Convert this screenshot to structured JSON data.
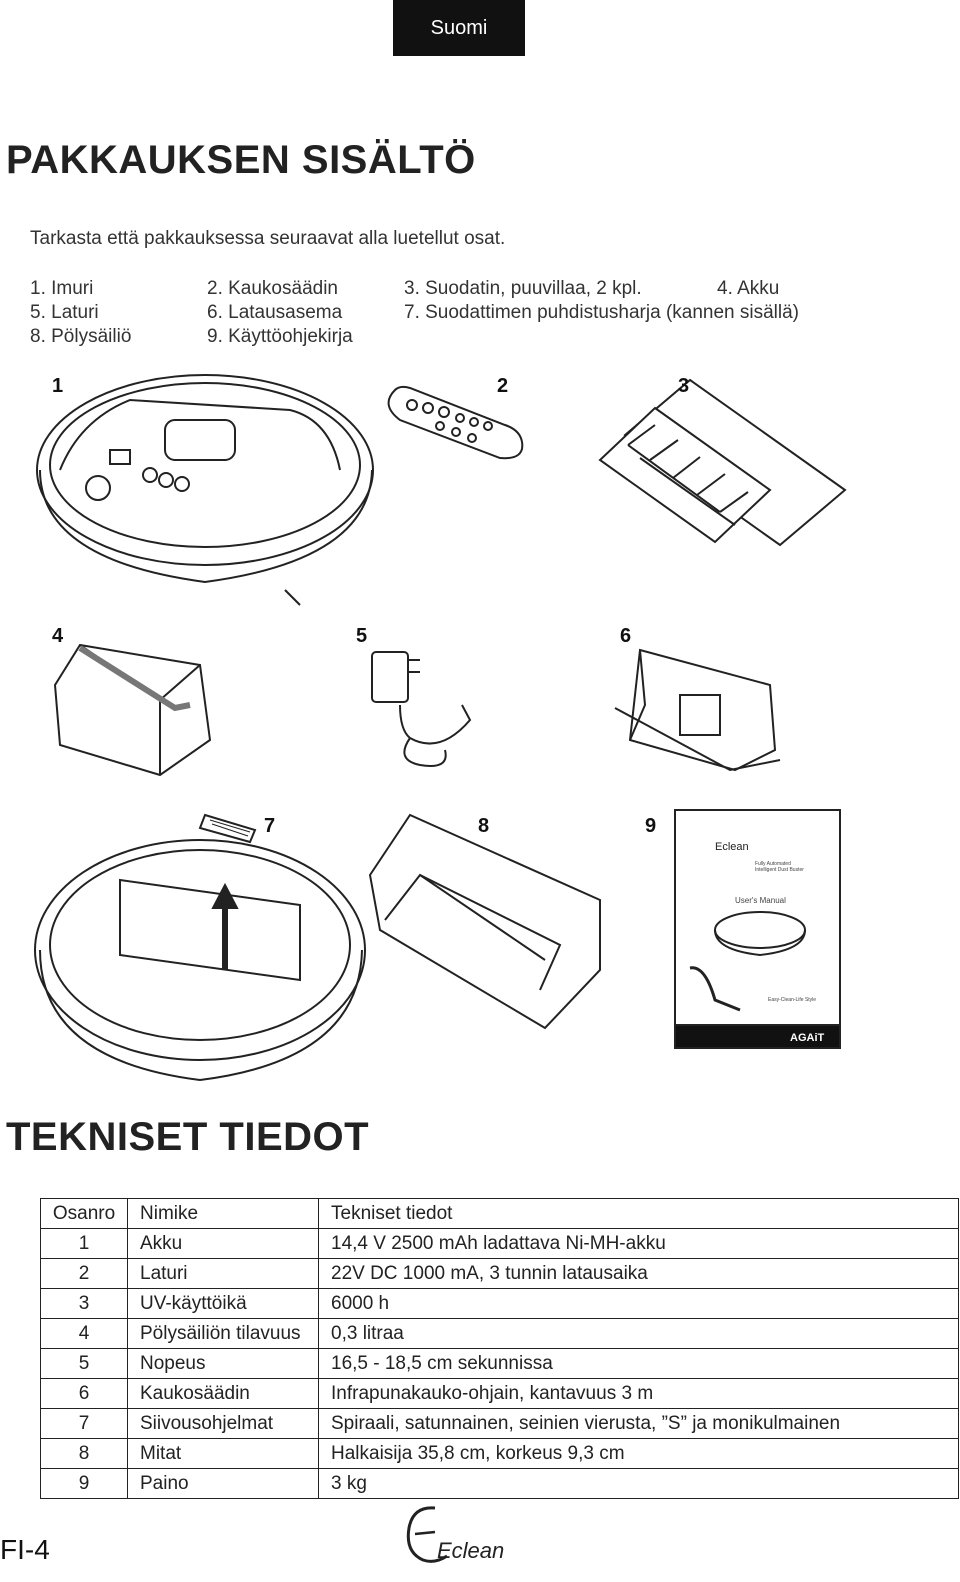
{
  "header": {
    "language_tab": "Suomi"
  },
  "section1": {
    "title": "PAKKAUKSEN SISÄLTÖ",
    "intro": "Tarkasta että pakkauksessa seuraavat alla luetellut osat.",
    "items": [
      "1. Imuri",
      "2. Kaukosäädin",
      "3. Suodatin, puuvillaa, 2 kpl.",
      "4. Akku",
      "5. Laturi",
      "6. Latausasema",
      "7. Suodattimen puhdistusharja (kannen sisällä)",
      "8. Pölysäiliö",
      "9. Käyttöohjekirja"
    ]
  },
  "figures": {
    "labels": [
      "1",
      "2",
      "3",
      "4",
      "5",
      "6",
      "7",
      "8",
      "9"
    ],
    "manual_cover": {
      "brand": "Eclean",
      "subtitle_1": "Fully Automated",
      "subtitle_2": "Intelligent Dust Buster",
      "title": "User's Manual",
      "tagline": "Easy-Clean-Life Style",
      "maker": "AGAiT"
    }
  },
  "section2": {
    "title": "TEKNISET TIEDOT",
    "headers": [
      "Osanro",
      "Nimike",
      "Tekniset tiedot"
    ],
    "rows": [
      [
        "1",
        "Akku",
        "14,4 V 2500 mAh ladattava Ni-MH-akku"
      ],
      [
        "2",
        "Laturi",
        "22V DC 1000 mA, 3 tunnin latausaika"
      ],
      [
        "3",
        "UV-käyttöikä",
        "6000 h"
      ],
      [
        "4",
        "Pölysäiliön tilavuus",
        "0,3 litraa"
      ],
      [
        "5",
        "Nopeus",
        "16,5 - 18,5 cm sekunnissa"
      ],
      [
        "6",
        "Kaukosäädin",
        "Infrapunakauko-ohjain, kantavuus 3 m"
      ],
      [
        "7",
        "Siivousohjelmat",
        "Spiraali, satunnainen, seinien vierusta, ”S” ja monikulmainen"
      ],
      [
        "8",
        "Mitat",
        "Halkaisija 35,8 cm, korkeus 9,3 cm"
      ],
      [
        "9",
        "Paino",
        "3 kg"
      ]
    ]
  },
  "footer": {
    "page_number": "FI-4",
    "logo_text": "Eclean"
  }
}
